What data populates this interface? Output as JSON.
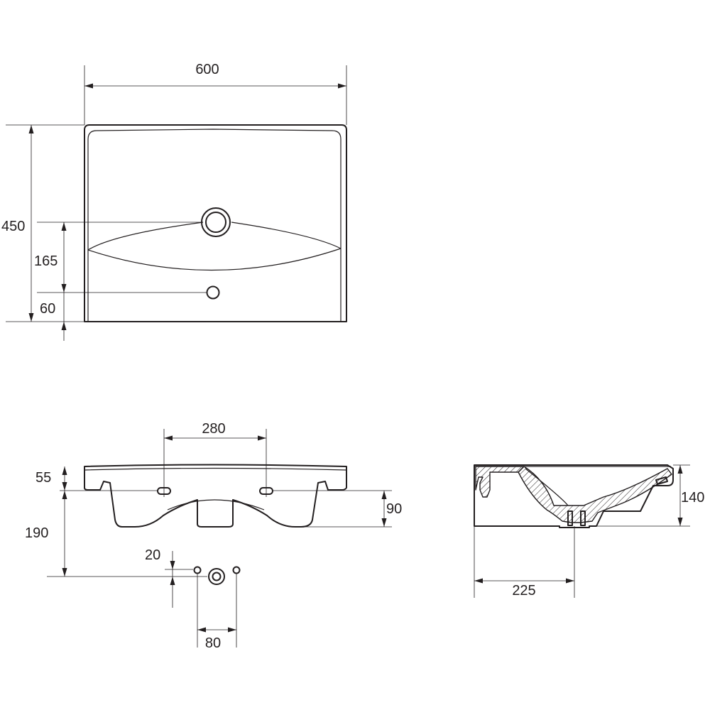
{
  "dimensions": {
    "width_total": "600",
    "depth_total": "450",
    "tap_hole_from_front": "165",
    "overflow_from_front": "60",
    "tap_hole_spacing": "280",
    "deck_height": "55",
    "front_apron_height": "90",
    "bracket_to_waste": "190",
    "waste_offset": "20",
    "waste_hole_spacing": "80",
    "bowl_height": "140",
    "waste_from_back": "225"
  }
}
